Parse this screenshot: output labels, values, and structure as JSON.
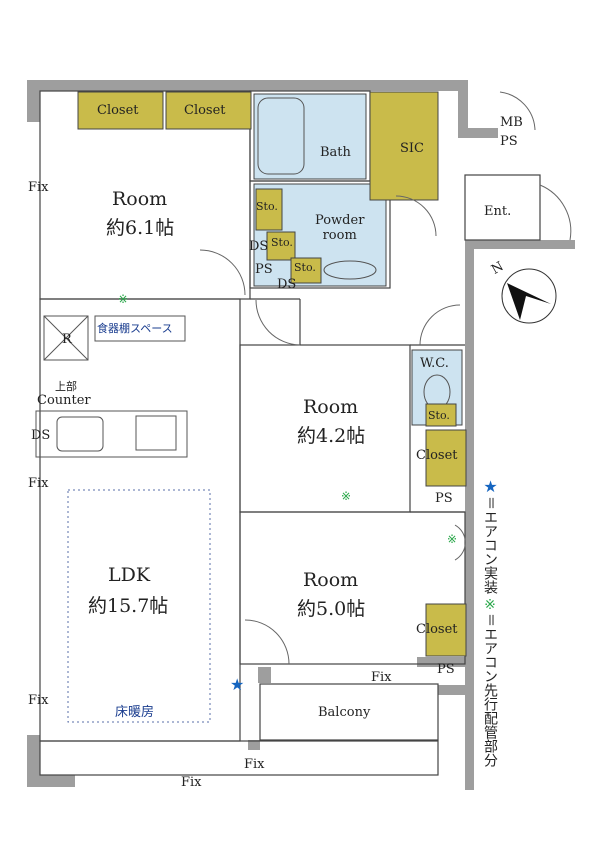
{
  "rooms": {
    "room1": {
      "name": "Room",
      "size": "約6.1帖"
    },
    "room2": {
      "name": "Room",
      "size": "約4.2帖"
    },
    "room3": {
      "name": "Room",
      "size": "約5.0帖"
    },
    "ldk": {
      "name": "LDK",
      "size": "約15.7帖",
      "floor_heating": "床暖房"
    }
  },
  "storage": {
    "closet_a": "Closet",
    "closet_b": "Closet",
    "closet_c": "Closet",
    "closet_d": "Closet",
    "sic": "SIC",
    "sto_1": "Sto.",
    "sto_2": "Sto.",
    "sto_3": "Sto.",
    "sto_4": "Sto."
  },
  "wet_areas": {
    "bath": "Bath",
    "powder_room": "Powder\nroom",
    "wc": "W.C."
  },
  "fixtures": {
    "mb": "MB",
    "ps_top": "PS",
    "ps_1": "PS",
    "ps_2": "PS",
    "ps_3": "PS",
    "ds_1": "DS",
    "ds_2": "DS",
    "ds_3": "DS",
    "entrance": "Ent.",
    "refrigerator": "R",
    "dish_shelf": "食器棚スペース",
    "counter_top": "上部",
    "counter": "Counter",
    "balcony": "Balcony"
  },
  "windows": {
    "fix_1": "Fix",
    "fix_2": "Fix",
    "fix_3": "Fix",
    "fix_4": "Fix",
    "fix_5": "Fix",
    "fix_6": "Fix"
  },
  "legend": {
    "star_symbol": "★",
    "star_text": "＝エアコン実装",
    "kome_symbol": "※",
    "kome_text": "＝エアコン先行配管部分"
  },
  "compass": {
    "north": "N"
  },
  "colors": {
    "wall": "#9e9e9e",
    "storage_fill": "#c9bb4a",
    "wet_fill": "#cde3f0",
    "line": "#444444",
    "accent_blue": "#1565c0",
    "accent_green": "#2aa84a"
  }
}
